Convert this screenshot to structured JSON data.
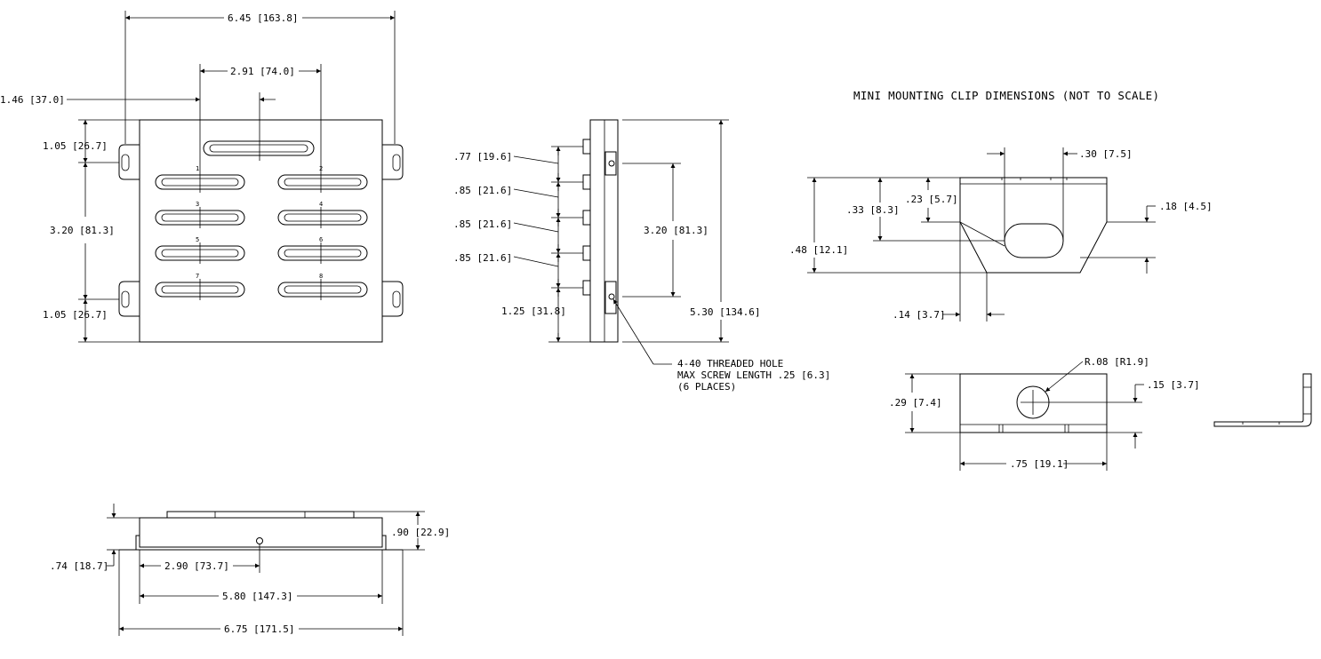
{
  "title": "MINI MOUNTING CLIP DIMENSIONS (NOT TO SCALE)",
  "top_view": {
    "overall_width": "6.45 [163.8]",
    "connector_spacing": "2.91 [74.0]",
    "left_offset": "1.46 [37.0]",
    "tab_top": "1.05 [26.7]",
    "tab_spacing": "3.20 [81.3]",
    "tab_bottom": "1.05 [26.7]",
    "connector_numbers": [
      "1",
      "2",
      "3",
      "4",
      "5",
      "6",
      "7",
      "8"
    ]
  },
  "side_view": {
    "pitch_first": ".77 [19.6]",
    "pitch_2": ".85 [21.6]",
    "pitch_3": ".85 [21.6]",
    "pitch_4": ".85 [21.6]",
    "bottom_offset": "1.25 [31.8]",
    "hole_spacing": "3.20 [81.3]",
    "overall_height": "5.30 [134.6]",
    "note_line1": "4-40 THREADED HOLE",
    "note_line2": "MAX SCREW LENGTH .25 [6.3]",
    "note_line3": "(6 PLACES)"
  },
  "front_view": {
    "height_total": ".90 [22.9]",
    "flange_height": ".74 [18.7]",
    "hole_offset": "2.90 [73.7]",
    "inner_width": "5.80 [147.3]",
    "overall_width": "6.75 [171.5]"
  },
  "clip_top": {
    "slot_width": ".30 [7.5]",
    "depth_23": ".23 [5.7]",
    "depth_33": ".33 [8.3]",
    "total_48": ".48 [12.1]",
    "slot_18": ".18 [4.5]",
    "offset_14": ".14 [3.7]"
  },
  "clip_bottom": {
    "radius": "R.08 [R1.9]",
    "height": ".29 [7.4]",
    "hole_center": ".15 [3.7]",
    "width": ".75 [19.1]"
  }
}
